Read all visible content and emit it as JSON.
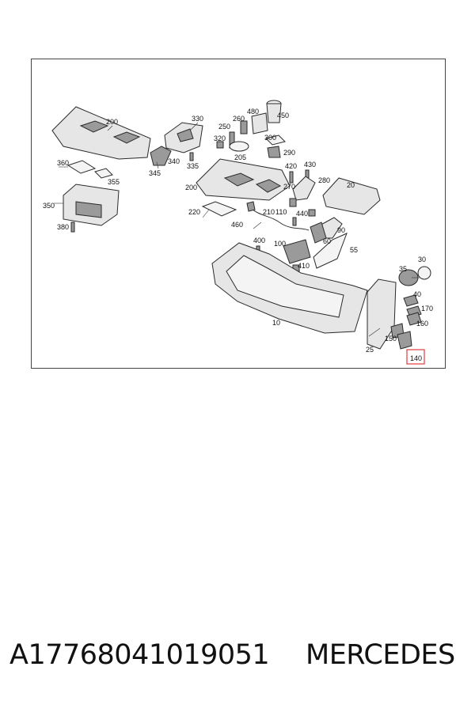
{
  "diagram": {
    "callouts": {
      "c10": "10",
      "c20": "20",
      "c25": "25",
      "c30": "30",
      "c35": "35",
      "c40": "40",
      "c55": "55",
      "c60": "60",
      "c90": "90",
      "c100": "100",
      "c110": "110",
      "c140": "140",
      "c150": "150",
      "c160": "160",
      "c170": "170",
      "c200a": "200",
      "c200b": "200",
      "c205": "205",
      "c210": "210",
      "c220": "220",
      "c250": "250",
      "c260": "260",
      "c270": "270",
      "c280": "280",
      "c290": "290",
      "c300": "300",
      "c320": "320",
      "c330": "330",
      "c335": "335",
      "c340": "340",
      "c345": "345",
      "c350": "350",
      "c355": "355",
      "c360": "360",
      "c380": "380",
      "c400": "400",
      "c410": "410",
      "c420": "420",
      "c430": "430",
      "c440": "440",
      "c450": "450",
      "c460": "460",
      "c480": "480"
    },
    "highlighted_callout": "140",
    "highlight_color": "#e23b3b"
  },
  "footer": {
    "part_number": "A17768041019051",
    "brand": "MERCEDES"
  }
}
